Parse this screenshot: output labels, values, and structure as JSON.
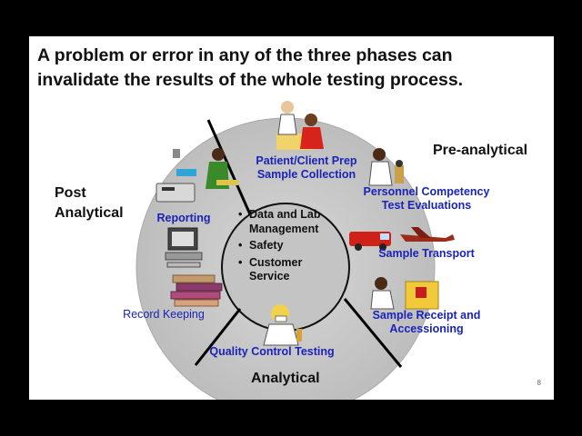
{
  "title_lines": [
    "A problem or error in any of the three phases can",
    "invalidate the results of the whole testing process."
  ],
  "phases": {
    "pre": "Pre-analytical",
    "post_line1": "Post",
    "post_line2": "Analytical",
    "analytical": "Analytical"
  },
  "ring_items": {
    "patient_prep": [
      "Patient/Client Prep",
      "Sample Collection"
    ],
    "personnel": [
      "Personnel Competency",
      "Test Evaluations"
    ],
    "transport": "Sample Transport",
    "receipt": [
      "Sample Receipt and",
      "Accessioning"
    ],
    "quality": "Quality Control Testing",
    "reporting": "Reporting",
    "record": "Record Keeping"
  },
  "center": [
    "Data and Lab Management",
    "Safety",
    "Customer Service"
  ],
  "page_number": "8",
  "colors": {
    "ring": "#c9c9c9",
    "ring_inner": "#b8b8b8",
    "label_blue": "#1a23b8"
  }
}
